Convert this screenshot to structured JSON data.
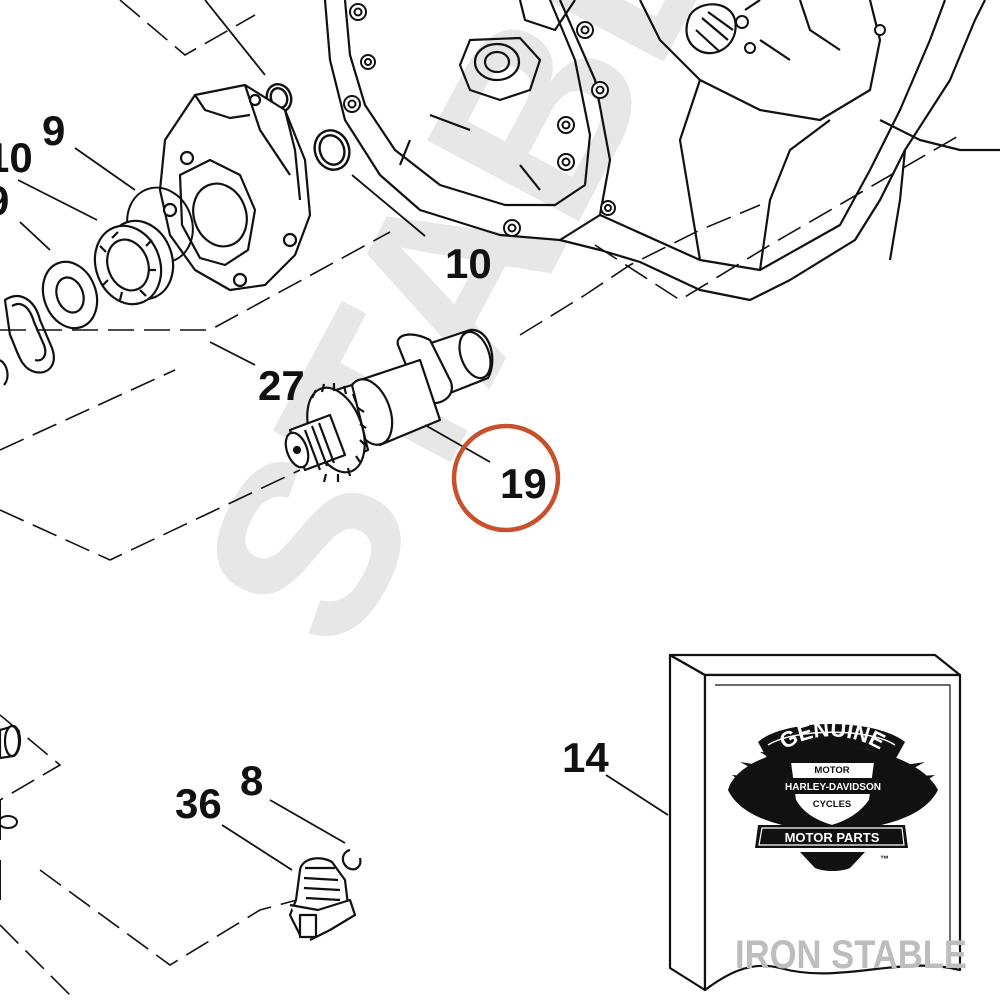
{
  "diagram": {
    "callouts": [
      {
        "id": "9-top",
        "text": "9"
      },
      {
        "id": "10-left",
        "text": "10"
      },
      {
        "id": "9-left",
        "text": "9"
      },
      {
        "id": "10-right",
        "text": "10"
      },
      {
        "id": "27",
        "text": "27"
      },
      {
        "id": "19",
        "text": "19"
      },
      {
        "id": "14",
        "text": "14"
      },
      {
        "id": "8",
        "text": "8"
      },
      {
        "id": "36",
        "text": "36"
      }
    ],
    "highlighted_callout": "19",
    "highlight_color": "#c8502a",
    "watermark_diagonal": "STABLE",
    "watermark_corner": "IRON STABLE",
    "logo": {
      "top_text": "GENUINE",
      "line1": "MOTOR",
      "line2": "HARLEY-DAVIDSON",
      "line3": "CYCLES",
      "bottom_text": "MOTOR PARTS",
      "trademark": "™"
    }
  }
}
